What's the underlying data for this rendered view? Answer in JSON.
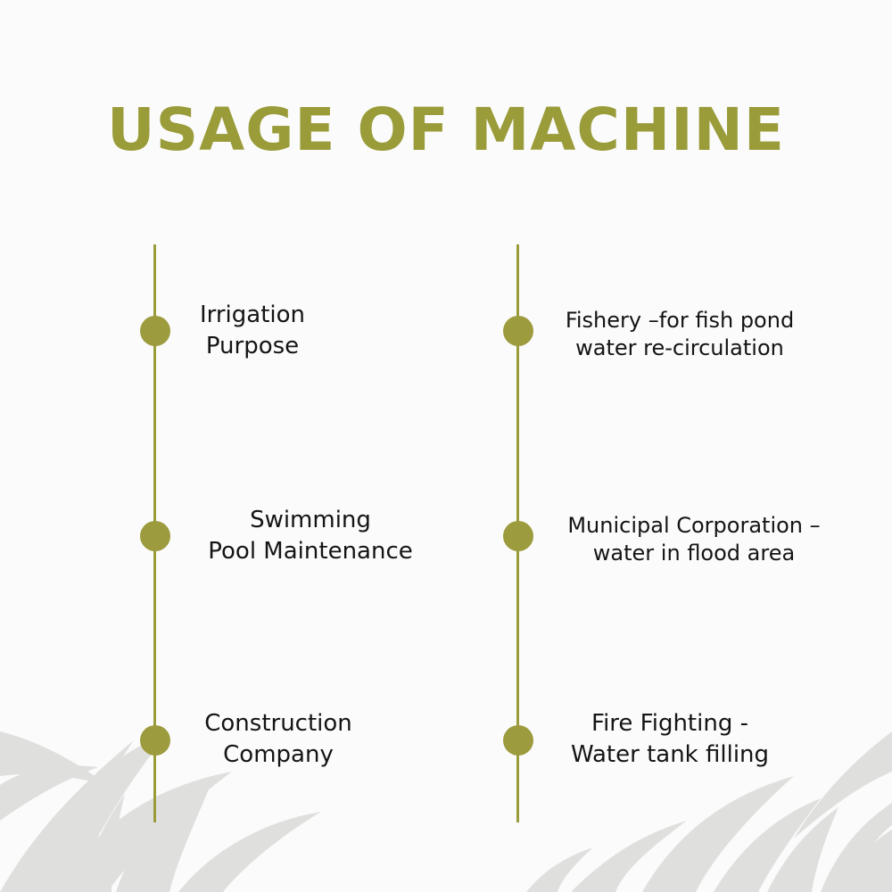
{
  "colors": {
    "accent": "#9a9c3a",
    "dot": "#9c9b3d",
    "text": "#141414",
    "foliage": "#c9cbc6"
  },
  "title": "USAGE OF MACHINE",
  "left_column": [
    {
      "line1": "Irrigation",
      "line2": "Purpose"
    },
    {
      "line1": "Swimming",
      "line2": "Pool Maintenance"
    },
    {
      "line1": "Construction",
      "line2": "Company"
    }
  ],
  "right_column": [
    {
      "line1": "Fishery –for fish pond",
      "line2": "water re-circulation"
    },
    {
      "line1": "Municipal Corporation –",
      "line2": "water in flood area"
    },
    {
      "line1": "Fire Fighting -",
      "line2": "Water tank filling"
    }
  ]
}
